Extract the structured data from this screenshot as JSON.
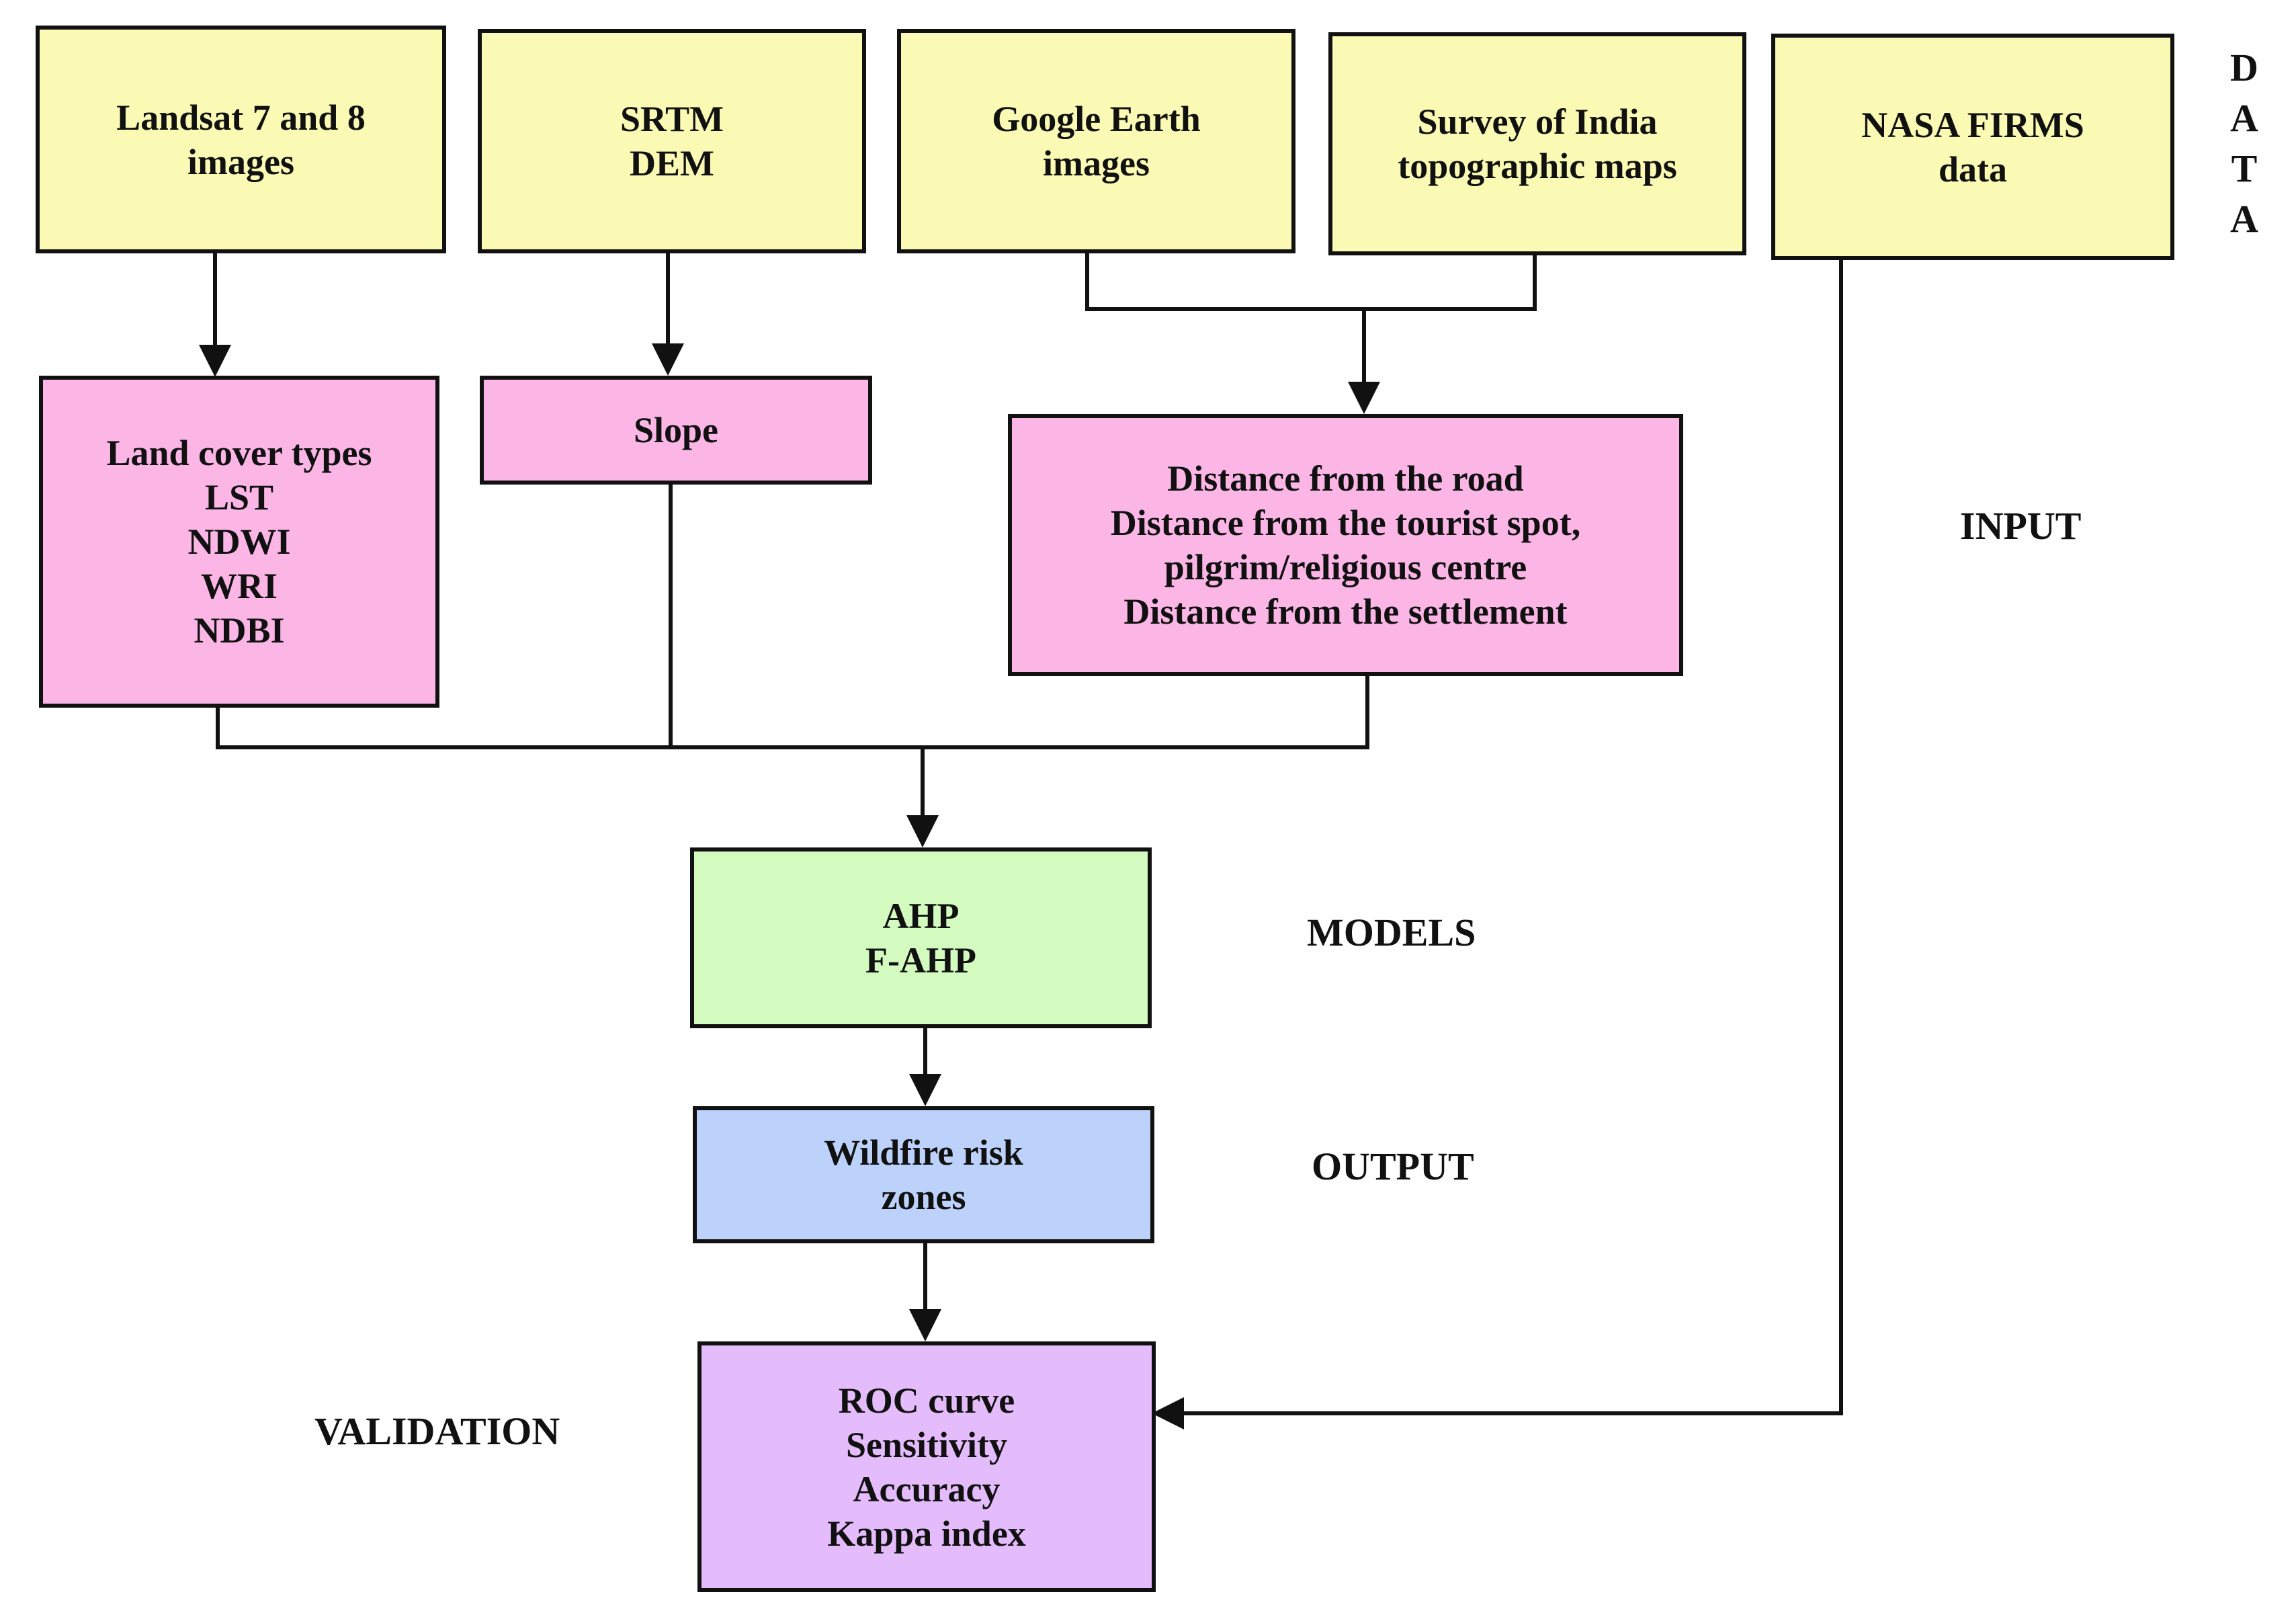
{
  "data_boxes": [
    {
      "label": "Landsat 7 and 8\nimages"
    },
    {
      "label": "SRTM\nDEM"
    },
    {
      "label": "Google Earth\nimages"
    },
    {
      "label": "Survey of India\ntopographic maps"
    },
    {
      "label": "NASA FIRMS\ndata"
    }
  ],
  "input_boxes": [
    {
      "label": "Land cover  types\nLST\nNDWI\nWRI\nNDBI"
    },
    {
      "label": "Slope"
    },
    {
      "label": "Distance from the road\nDistance from the tourist spot,\npilgrim/religious centre\nDistance from the settlement"
    }
  ],
  "models_box": {
    "label": "AHP\nF-AHP"
  },
  "output_box": {
    "label": "Wildfire risk\nzones"
  },
  "validation_box": {
    "label": "ROC curve\nSensitivity\nAccuracy\nKappa index"
  },
  "stage_labels": {
    "data_letters": [
      "D",
      "A",
      "T",
      "A"
    ],
    "input": "INPUT",
    "models": "MODELS",
    "output": "OUTPUT",
    "validation": "VALIDATION"
  },
  "colors": {
    "data": "#fafab4",
    "input": "#fbb6e6",
    "models": "#d3fbbf",
    "output": "#bcd2fb",
    "validation": "#e5bcfb",
    "line": "#111111"
  }
}
